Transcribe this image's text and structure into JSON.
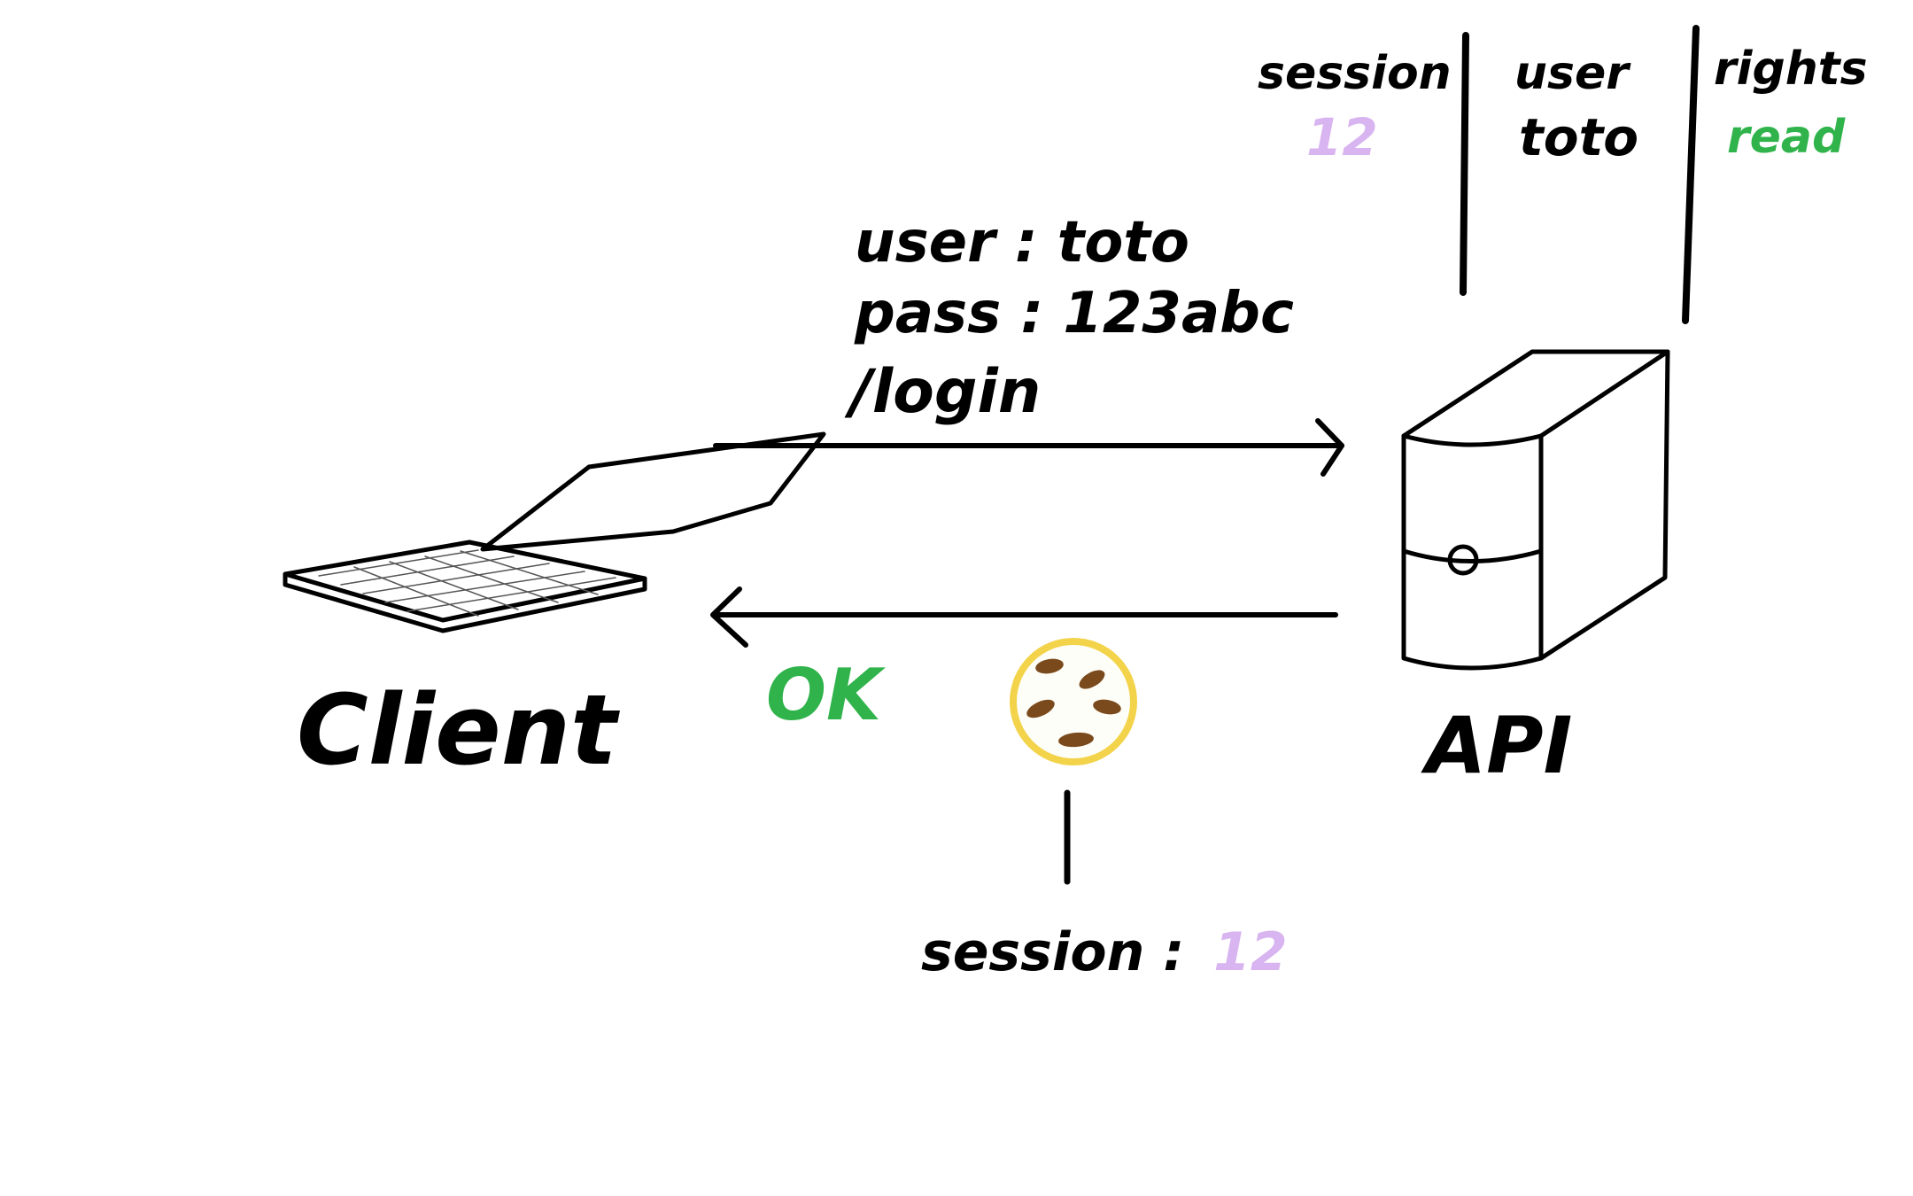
{
  "labels": {
    "client": "Client",
    "api": "API"
  },
  "request": {
    "user_line": "user : toto",
    "pass_line": "pass : 123abc",
    "endpoint": "/login"
  },
  "response": {
    "status": "OK",
    "cookie_key": "session :",
    "cookie_value": "12"
  },
  "session_table": {
    "columns": [
      {
        "header": "session",
        "value": "12"
      },
      {
        "header": "user",
        "value": "toto"
      },
      {
        "header": "rights",
        "value": "read"
      }
    ]
  },
  "icons": {
    "client": "laptop-icon",
    "api": "server-icon",
    "cookie": "cookie-icon"
  },
  "colors": {
    "ink": "#000000",
    "ok": "#2fb34a",
    "session_value": "#d8b4f0",
    "rights_value": "#2fb34a",
    "cookie_fill": "#fefef8",
    "cookie_border": "#f3d34a",
    "chocolate": "#7a4a1c"
  }
}
